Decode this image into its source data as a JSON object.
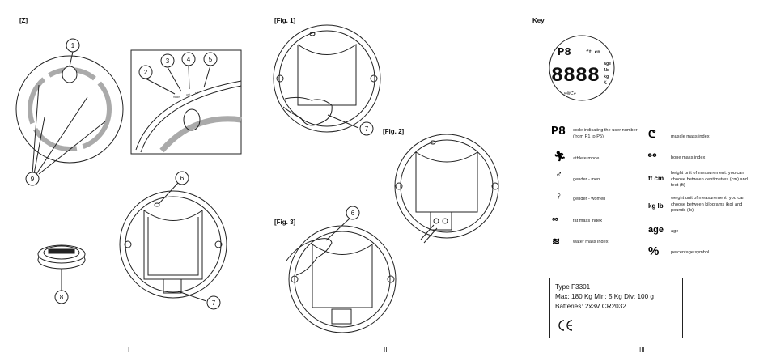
{
  "panel_labels": {
    "z": "[Z]",
    "fig1": "[Fig. 1]",
    "fig2": "[Fig. 2]",
    "fig3": "[Fig. 3]",
    "key": "Key"
  },
  "page_numbers": {
    "p1": "I",
    "p2": "II",
    "p3": "III"
  },
  "callouts": {
    "c1": "1",
    "c2": "2",
    "c3": "3",
    "c4": "4",
    "c5": "5",
    "c6": "6",
    "c7": "7",
    "c8": "8",
    "c9": "9"
  },
  "display": {
    "code": "P8",
    "unit": "ft cm",
    "digits": "8888",
    "right_units": [
      "age",
      "lb",
      "kg",
      "%"
    ]
  },
  "legend_left": [
    {
      "icon": "P8",
      "text": "code indicating the user number (from P1 to P5)"
    },
    {
      "icon": "athlete-icon",
      "text": "athlete mode"
    },
    {
      "icon": "man-icon",
      "text": "gender - men"
    },
    {
      "icon": "woman-icon",
      "text": "gender - women"
    },
    {
      "icon": "fat-icon",
      "text": "fat mass index"
    },
    {
      "icon": "water-icon",
      "text": "water mass index"
    }
  ],
  "legend_right": [
    {
      "icon": "muscle-icon",
      "text": "muscle mass index"
    },
    {
      "icon": "bone-icon",
      "text": "bone mass index"
    },
    {
      "icon": "ft cm",
      "text": "height unit of measurement: you can choose between centimetres (cm) and feet (ft)"
    },
    {
      "icon": "kg lb",
      "text": "weight unit of measurement: you can choose between kilograms (kg) and pounds (lb)"
    },
    {
      "icon": "age",
      "text": "age"
    },
    {
      "icon": "%",
      "text": "percentage symbol"
    }
  ],
  "spec_box": {
    "type": "Type F3301",
    "range": "Max: 180 Kg   Min: 5 Kg   Div: 100 g",
    "batteries": "Batteries: 2x3V CR2032",
    "mark": "CE"
  }
}
